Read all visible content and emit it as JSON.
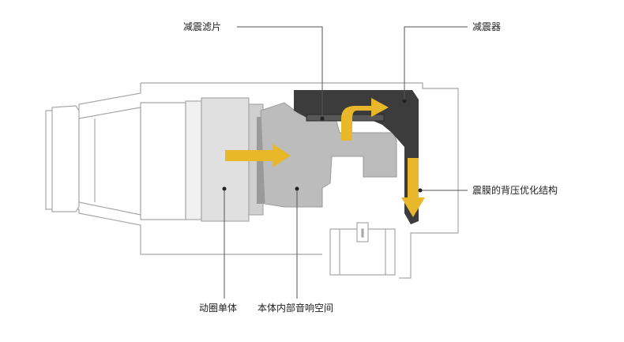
{
  "labels": {
    "filter": "减震滤片",
    "damper": "减震器",
    "diaphragm": "震膜的背压优化结构",
    "driver": "动圈单体",
    "chamber": "本体内部音响空间"
  },
  "colors": {
    "outline": "#a8a8a8",
    "light_gray": "#e0e0e0",
    "mid_gray": "#bcbcbc",
    "cavity_gray": "#9a9a9a",
    "dark": "#3c3c3c",
    "arrow": "#e8b72a",
    "leader": "#555555"
  }
}
